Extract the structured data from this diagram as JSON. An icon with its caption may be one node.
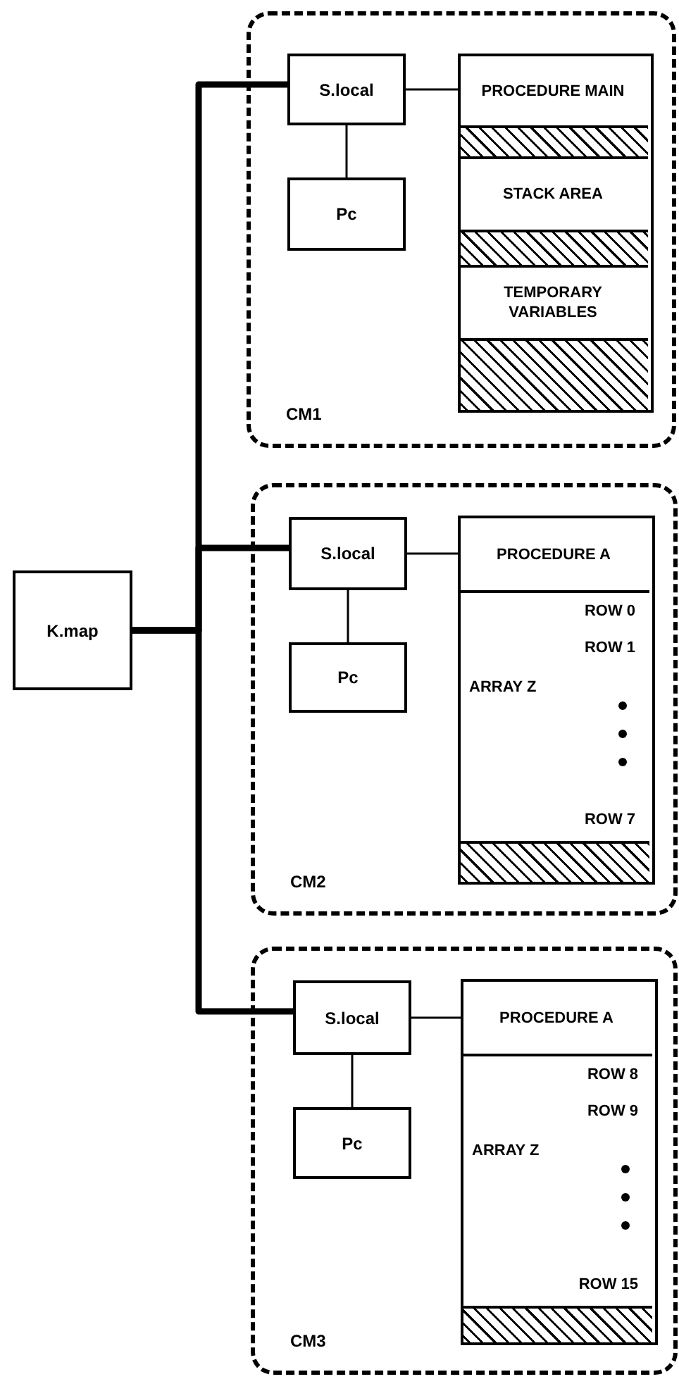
{
  "diagram": {
    "nodes": [
      {
        "text": [
          "K.map"
        ]
      },
      {
        "text": [
          "CM1"
        ]
      },
      {
        "text": [
          "S.local"
        ],
        "in": 1
      },
      {
        "text": [
          "Pc"
        ],
        "in": 1
      },
      {
        "text": [],
        "shape": "box",
        "in": 1
      },
      {
        "text": [
          "PROCEDURE MAIN"
        ],
        "in": 4
      },
      {
        "text": [],
        "shape": "box",
        "in": 4
      },
      {
        "text": [
          "STACK AREA"
        ],
        "in": 4
      },
      {
        "text": [],
        "shape": "box",
        "in": 4
      },
      {
        "text": [
          "TEMPORARY VARIABLES"
        ],
        "in": 4
      },
      {
        "text": [],
        "shape": "box",
        "in": 4
      },
      {
        "text": [
          "CM2"
        ]
      },
      {
        "text": [
          "S.local"
        ],
        "in": 11
      },
      {
        "text": [
          "Pc"
        ],
        "in": 11
      },
      {
        "text": [],
        "shape": "box",
        "in": 11
      },
      {
        "text": [
          "PROCEDURE A"
        ],
        "in": 14
      },
      {
        "text": [
          "ROW 0",
          "ROW 1",
          "ARRAY Z",
          "ROW 7"
        ],
        "in": 14
      },
      {
        "text": [],
        "shape": "box",
        "in": 14
      },
      {
        "text": [
          "CM3"
        ]
      },
      {
        "text": [
          "S.local"
        ],
        "in": 18
      },
      {
        "text": [
          "Pc"
        ],
        "in": 18
      },
      {
        "text": [],
        "shape": "box",
        "in": 18
      },
      {
        "text": [
          "PROCEDURE A"
        ],
        "in": 21
      },
      {
        "text": [
          "ROW 8",
          "ROW 9",
          "ARRAY Z",
          "ROW 15"
        ],
        "in": 21
      },
      {
        "text": [],
        "shape": "box",
        "in": 21
      }
    ],
    "edges": [
      {
        "from": 0,
        "to": 2,
        "arrow": "none",
        "style": "thick"
      },
      {
        "from": 0,
        "to": 12,
        "arrow": "none",
        "style": "thick"
      },
      {
        "from": 0,
        "to": 19,
        "arrow": "none",
        "style": "thick"
      },
      {
        "from": 2,
        "to": 3,
        "arrow": "none"
      },
      {
        "from": 2,
        "to": 5,
        "arrow": "none"
      },
      {
        "from": 12,
        "to": 13,
        "arrow": "none"
      },
      {
        "from": 12,
        "to": 15,
        "arrow": "none"
      },
      {
        "from": 19,
        "to": 20,
        "arrow": "none"
      },
      {
        "from": 19,
        "to": 22,
        "arrow": "none"
      }
    ]
  }
}
